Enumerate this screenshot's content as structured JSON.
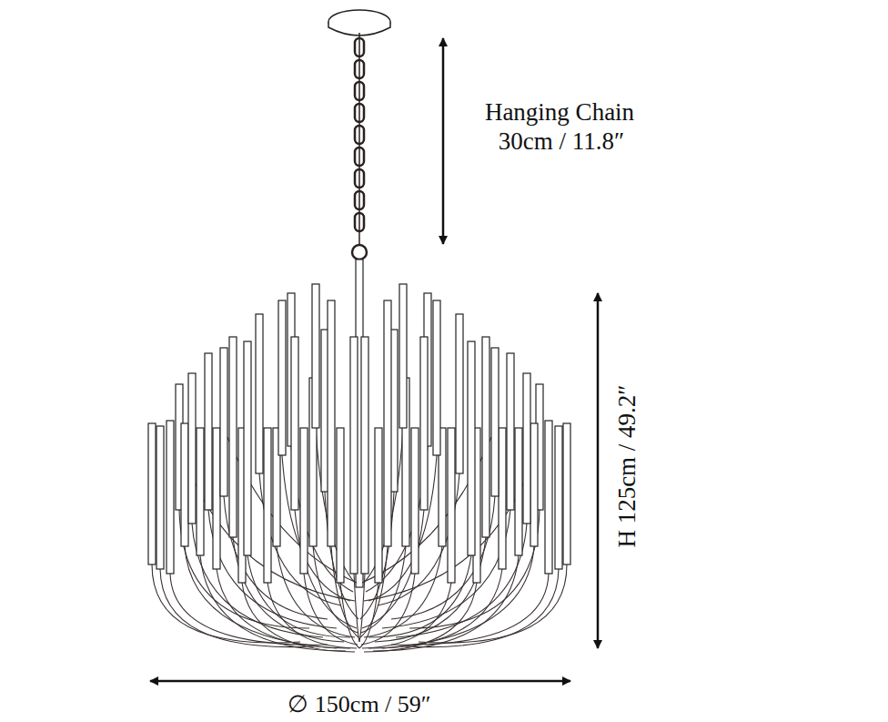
{
  "diagram": {
    "labels": [
      "Hanging Chain",
      "30cm / 11.8″",
      "H 125cm / 49.2″",
      "∅ 150cm / 59″"
    ]
  }
}
